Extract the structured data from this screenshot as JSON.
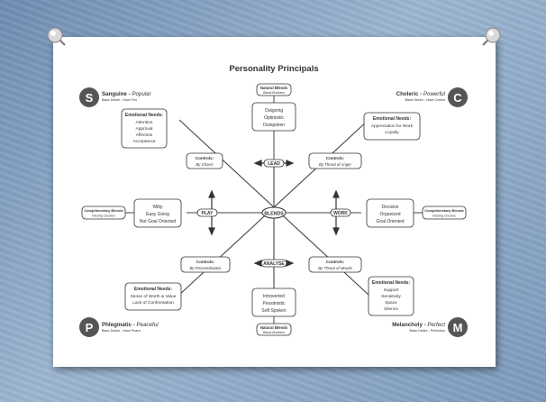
{
  "title": "Personality Principals",
  "center": "BLENDS",
  "axes": {
    "lead": "LEAD",
    "analyse": "ANALYSE",
    "play": "PLAY",
    "work": "WORK"
  },
  "natural_blends": {
    "label": "Natural Blends",
    "sub": "Blood Brothers"
  },
  "complimentary_blends": {
    "label": "Complimentary Blends",
    "sub": "Kissing Cousins"
  },
  "controls_label": "Controls:",
  "emotional_needs_label": "Emotional Needs:",
  "top_traits": [
    "Outgoing",
    "Optimistic",
    "Outspoken"
  ],
  "bottom_traits": [
    "Introverted",
    "Pessimistic",
    "Soft Spoken"
  ],
  "left_traits": [
    "Witty",
    "Easy Going",
    "Not Goal Oriented"
  ],
  "right_traits": [
    "Decisive",
    "Organized",
    "Goal Oriented"
  ],
  "sanguine": {
    "letter": "S",
    "name": "Sanguine",
    "type": "Popular",
    "desire": "Basic Desire - Have Fun",
    "needs": [
      "Attention",
      "Approval",
      "Affection",
      "Acceptance"
    ],
    "controls": "By Charm"
  },
  "choleric": {
    "letter": "C",
    "name": "Choleric",
    "type": "Powerful",
    "desire": "Basic Desire - Have Control",
    "needs": [
      "Appreciation for Work",
      "Loyalty"
    ],
    "controls": "By Threat of Anger"
  },
  "phlegmatic": {
    "letter": "P",
    "name": "Phlegmatic",
    "type": "Peaceful",
    "desire": "Basic Desire - Have Peace",
    "needs": [
      "Sense of Worth & Value",
      "Lack of Confrontation"
    ],
    "controls": "By Procrastination"
  },
  "melancholy": {
    "letter": "M",
    "name": "Melancholy",
    "type": "Perfect",
    "desire": "Basic Desire - Perfection",
    "needs": [
      "Support",
      "Sensitivity",
      "Space",
      "Silence"
    ],
    "controls": "By Threat of Moods"
  }
}
